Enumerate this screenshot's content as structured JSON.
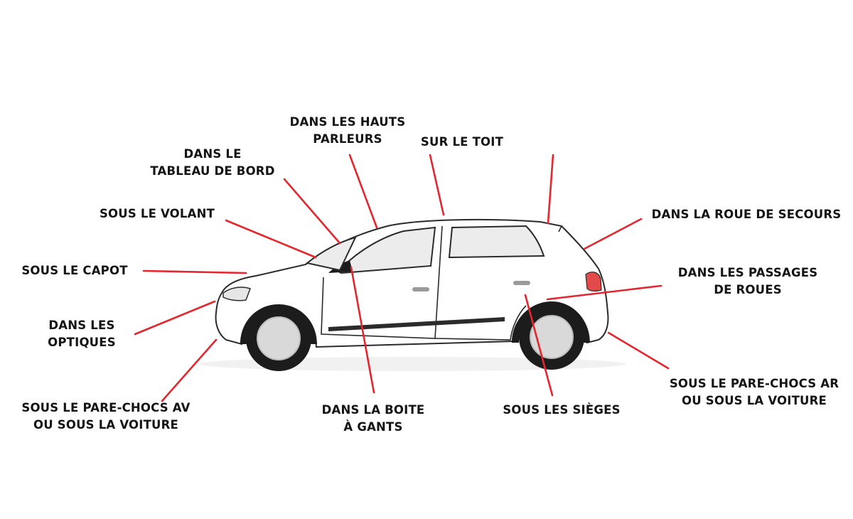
{
  "colors": {
    "accent": "#e4262f",
    "car_body": "#ffffff",
    "car_outline": "#2b2b2b",
    "window_glass": "#ececec",
    "tire": "#1c1c1c",
    "rim": "#d9d9d9",
    "tail_light": "#e24a4a",
    "label_text": "#141414"
  },
  "labels": {
    "haut_parleurs": [
      "DANS LES HAUTS",
      "PARLEURS"
    ],
    "toit": [
      "SUR LE TOIT"
    ],
    "tableau_bord": [
      "DANS LE",
      "TABLEAU DE BORD"
    ],
    "volant": [
      "SOUS LE VOLANT"
    ],
    "capot": [
      "SOUS LE CAPOT"
    ],
    "optiques": [
      "DANS LES",
      "OPTIQUES"
    ],
    "pare_chocs_av": [
      "SOUS LE PARE-CHOCS AV",
      "OU SOUS LA VOITURE"
    ],
    "boite_gants": [
      "DANS LA BOITE",
      "À GANTS"
    ],
    "sieges": [
      "SOUS LES SIÈGES"
    ],
    "roue_secours": [
      "DANS LA ROUE DE SECOURS"
    ],
    "passages_roues": [
      "DANS LES PASSAGES",
      "DE ROUES"
    ],
    "pare_chocs_ar": [
      "SOUS LE PARE-CHOCS AR",
      "OU SOUS LA VOITURE"
    ]
  }
}
